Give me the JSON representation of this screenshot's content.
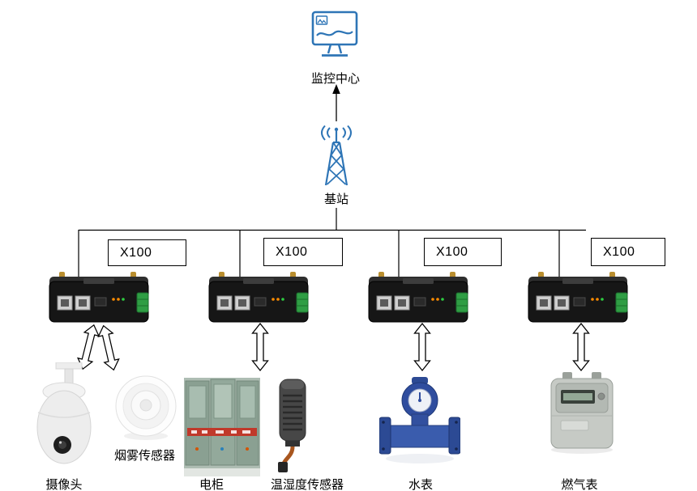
{
  "diagram": {
    "monitoring_center": {
      "label": "监控中心"
    },
    "base_station": {
      "label": "基站"
    },
    "routers": [
      {
        "label": "X100"
      },
      {
        "label": "X100"
      },
      {
        "label": "X100"
      },
      {
        "label": "X100"
      }
    ],
    "devices": [
      {
        "name": "camera",
        "label": "摄像头"
      },
      {
        "name": "smoke-sensor",
        "label": "烟雾传感器"
      },
      {
        "name": "electrical-cabinet",
        "label": "电柜"
      },
      {
        "name": "temp-humidity-sensor",
        "label": "温湿度传感器"
      },
      {
        "name": "water-meter",
        "label": "水表"
      },
      {
        "name": "gas-meter",
        "label": "燃气表"
      }
    ],
    "colors": {
      "icon_blue": "#2E75B6",
      "line_black": "#000000",
      "terminal_green": "#2f9e44",
      "meter_blue": "#3a5cad"
    }
  }
}
